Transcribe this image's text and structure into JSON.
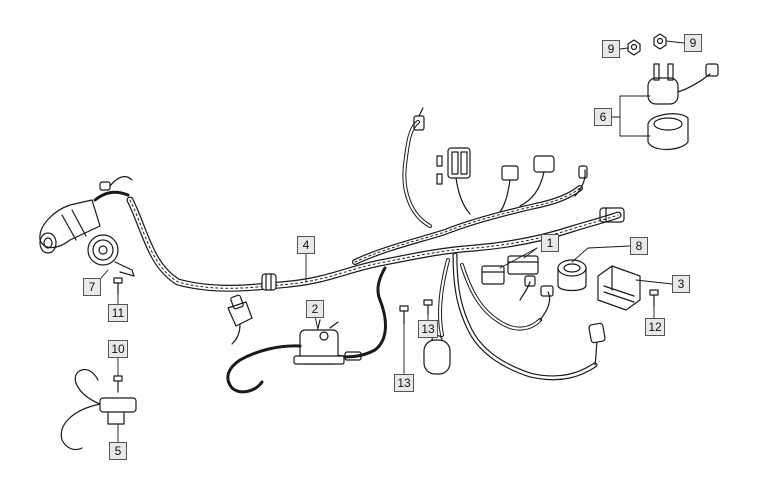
{
  "diagram": {
    "colors": {
      "line": "#1a1a1a",
      "callout_fill": "#e9e9e9",
      "callout_border": "#555555",
      "background": "#ffffff"
    },
    "callouts": {
      "c1": "1",
      "c2": "2",
      "c3": "3",
      "c4": "4",
      "c5": "5",
      "c6": "6",
      "c7": "7",
      "c8": "8",
      "c9a": "9",
      "c9b": "9",
      "c10": "10",
      "c11": "11",
      "c12": "12",
      "c13a": "13",
      "c13b": "13"
    }
  }
}
